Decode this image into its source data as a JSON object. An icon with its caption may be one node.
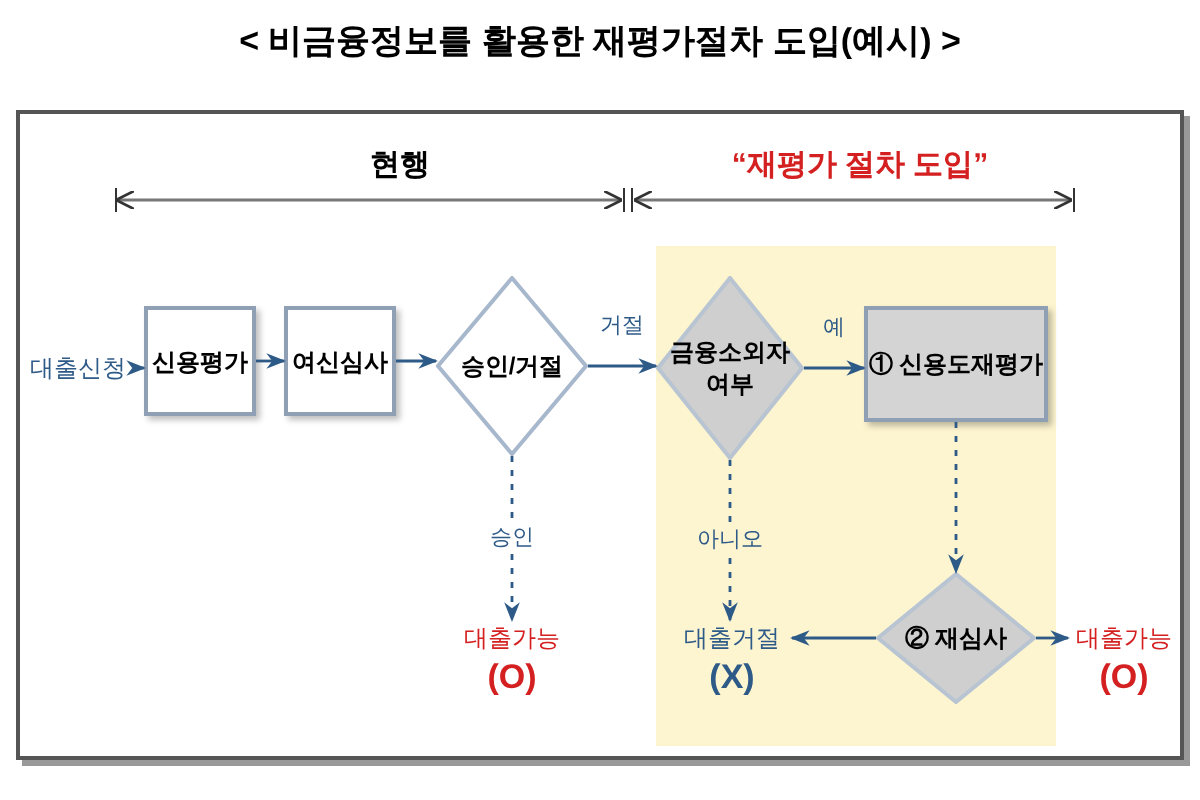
{
  "diagram": {
    "title": "< 비금융정보를 활용한 재평가절차 도입(예시) >",
    "nodes": [
      {
        "text": [
          "대출신청"
        ]
      },
      {
        "text": [
          "신용평가"
        ]
      },
      {
        "text": [
          "여신심사"
        ]
      },
      {
        "text": [
          "승인/거절"
        ]
      },
      {
        "text": [],
        "shape": "box"
      },
      {
        "text": [
          "금융소외자 여부"
        ],
        "in": 4
      },
      {
        "text": [
          "① 신용도재평가"
        ],
        "in": 4
      },
      {
        "text": [
          "② 재심사"
        ],
        "in": 4
      },
      {
        "text": [
          "대출거절",
          "(X)"
        ],
        "in": 4
      },
      {
        "text": [
          "대출가능",
          "(O)"
        ]
      },
      {
        "text": [
          "대출가능",
          "(O)"
        ]
      }
    ],
    "edges": [
      {
        "from": 0,
        "to": 1,
        "arrow": "to"
      },
      {
        "from": 1,
        "to": 2,
        "arrow": "to"
      },
      {
        "from": 2,
        "to": 3,
        "arrow": "to"
      },
      {
        "from": 3,
        "to": 5,
        "arrow": "to",
        "label": "거절"
      },
      {
        "from": 3,
        "to": 9,
        "arrow": "to",
        "label": "승인",
        "style": "dashed"
      },
      {
        "from": 5,
        "to": 6,
        "arrow": "to",
        "label": "예"
      },
      {
        "from": 5,
        "to": 8,
        "arrow": "to",
        "label": "아니오",
        "style": "dashed"
      },
      {
        "from": 6,
        "to": 7,
        "arrow": "to",
        "style": "dashed"
      },
      {
        "from": 7,
        "to": 8,
        "arrow": "to"
      },
      {
        "from": 7,
        "to": 10,
        "arrow": "to"
      }
    ],
    "labels": [
      "현행",
      "“재평가 절차 도입”"
    ]
  }
}
